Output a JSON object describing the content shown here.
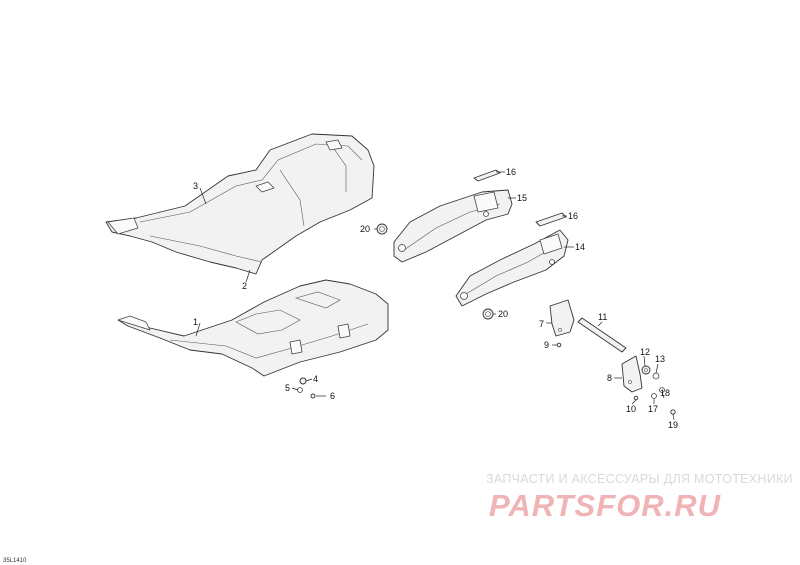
{
  "diagram": {
    "callouts": [
      "1",
      "2",
      "3",
      "4",
      "5",
      "6",
      "7",
      "8",
      "9",
      "10",
      "11",
      "12",
      "13",
      "14",
      "15",
      "16",
      "16",
      "17",
      "18",
      "19",
      "20",
      "20"
    ],
    "drawing_code": "35L1410"
  },
  "watermark": {
    "line1": "ЗАПЧАСТИ И АКСЕССУАРЫ ДЛЯ МОТОТЕХНИКИ",
    "line2": "PARTSFOR.RU",
    "color": "#e88a8f"
  }
}
